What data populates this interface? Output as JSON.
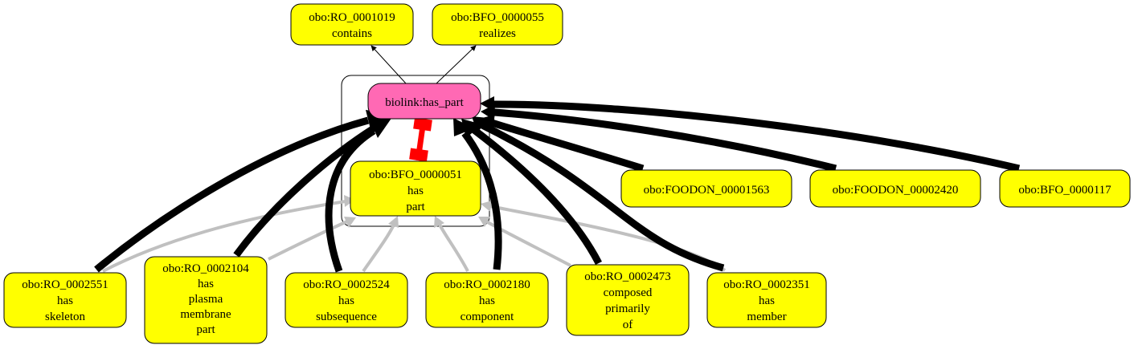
{
  "colors": {
    "node_fill": "#ffff00",
    "central_fill": "#ff69b4",
    "black_edge": "#000000",
    "gray_edge": "#c0c0c0",
    "red_edge": "#ff0000"
  },
  "nodes": {
    "ro_0001019": [
      "obo:RO_0001019",
      "contains"
    ],
    "bfo_0000055": [
      "obo:BFO_0000055",
      "realizes"
    ],
    "has_part": [
      "biolink:has_part"
    ],
    "bfo_0000051": [
      "obo:BFO_0000051",
      "has",
      "part"
    ],
    "foodon_00001563": [
      "obo:FOODON_00001563"
    ],
    "foodon_00002420": [
      "obo:FOODON_00002420"
    ],
    "bfo_0000117": [
      "obo:BFO_0000117"
    ],
    "ro_0002551": [
      "obo:RO_0002551",
      "has",
      "skeleton"
    ],
    "ro_0002104": [
      "obo:RO_0002104",
      "has",
      "plasma",
      "membrane",
      "part"
    ],
    "ro_0002524": [
      "obo:RO_0002524",
      "has",
      "subsequence"
    ],
    "ro_0002180": [
      "obo:RO_0002180",
      "has",
      "component"
    ],
    "ro_0002473": [
      "obo:RO_0002473",
      "composed",
      "primarily",
      "of"
    ],
    "ro_0002351": [
      "obo:RO_0002351",
      "has",
      "member"
    ]
  }
}
